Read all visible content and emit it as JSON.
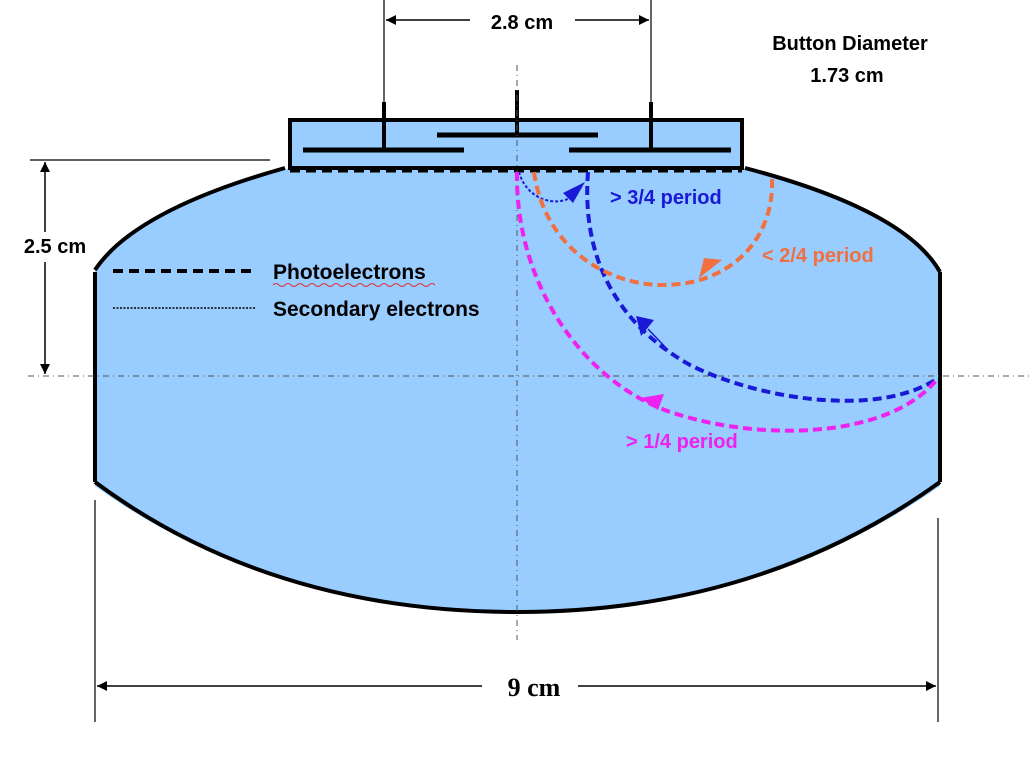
{
  "dimensions": {
    "button_spacing": "2.8 cm",
    "height": "2.5 cm",
    "width": "9 cm"
  },
  "button": {
    "title": "Button Diameter",
    "value": "1.73 cm"
  },
  "legend": {
    "photoelectrons": "Photoelectrons",
    "secondary": "Secondary electrons"
  },
  "trajectories": {
    "blue_label": "> 3/4 period",
    "orange_label": "< 2/4 period",
    "magenta_label": "> 1/4 period"
  },
  "colors": {
    "cavity_fill": "#99ccff",
    "blue": "#1a1ad6",
    "orange": "#f07040",
    "magenta": "#ee22ee",
    "outline": "#000000"
  }
}
